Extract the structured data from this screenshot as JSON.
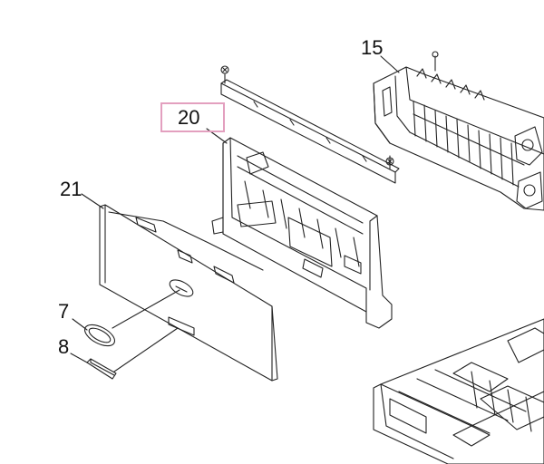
{
  "diagram": {
    "callouts": {
      "part_15": "15",
      "part_20": "20",
      "part_21": "21",
      "part_7": "7",
      "part_8": "8"
    },
    "highlighted_part": "20",
    "colors": {
      "line": "#222222",
      "highlight": "#e3a0bf",
      "background": "#ffffff"
    }
  }
}
